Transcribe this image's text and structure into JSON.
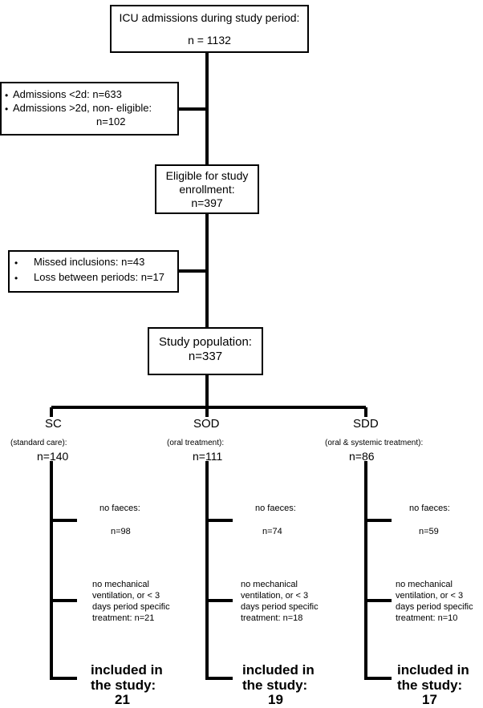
{
  "admissions": {
    "title": "ICU admissions during study period:",
    "n": "n = 1132"
  },
  "excluded_1": {
    "lines": [
      "Admissions <2d: n=633",
      "Admissions >2d, non- eligible:",
      "n=102"
    ]
  },
  "eligible": {
    "lines": [
      "Eligible for study",
      "enrollment:",
      "n=397"
    ]
  },
  "excluded_2": {
    "lines": [
      "Missed inclusions: n=43",
      "Loss between periods: n=17"
    ]
  },
  "population": {
    "title": "Study population:",
    "n": "n=337"
  },
  "groups": [
    {
      "abbr": "SC",
      "desc": "(standard care):",
      "n": "n=140",
      "no_faeces": "no faeces:",
      "no_faeces_n": "n=98",
      "excl_lines": [
        "no mechanical",
        "ventilation, or < 3",
        "days period specific",
        "treatment: n=21"
      ],
      "included_lines": [
        "included in",
        "the study:",
        "21"
      ]
    },
    {
      "abbr": "SOD",
      "desc": "(oral treatment):",
      "n": "n=111",
      "no_faeces": "no faeces:",
      "no_faeces_n": "n=74",
      "excl_lines": [
        "no mechanical",
        "ventilation, or < 3",
        "days period specific",
        "treatment: n=18"
      ],
      "included_lines": [
        "included in",
        "the study:",
        "19"
      ]
    },
    {
      "abbr": "SDD",
      "desc": "(oral & systemic treatment):",
      "n": "n=86",
      "no_faeces": "no faeces:",
      "no_faeces_n": "n=59",
      "excl_lines": [
        "no mechanical",
        "ventilation, or < 3",
        "days period specific",
        "treatment: n=10"
      ],
      "included_lines": [
        "included in",
        "the study:",
        "17"
      ]
    }
  ]
}
